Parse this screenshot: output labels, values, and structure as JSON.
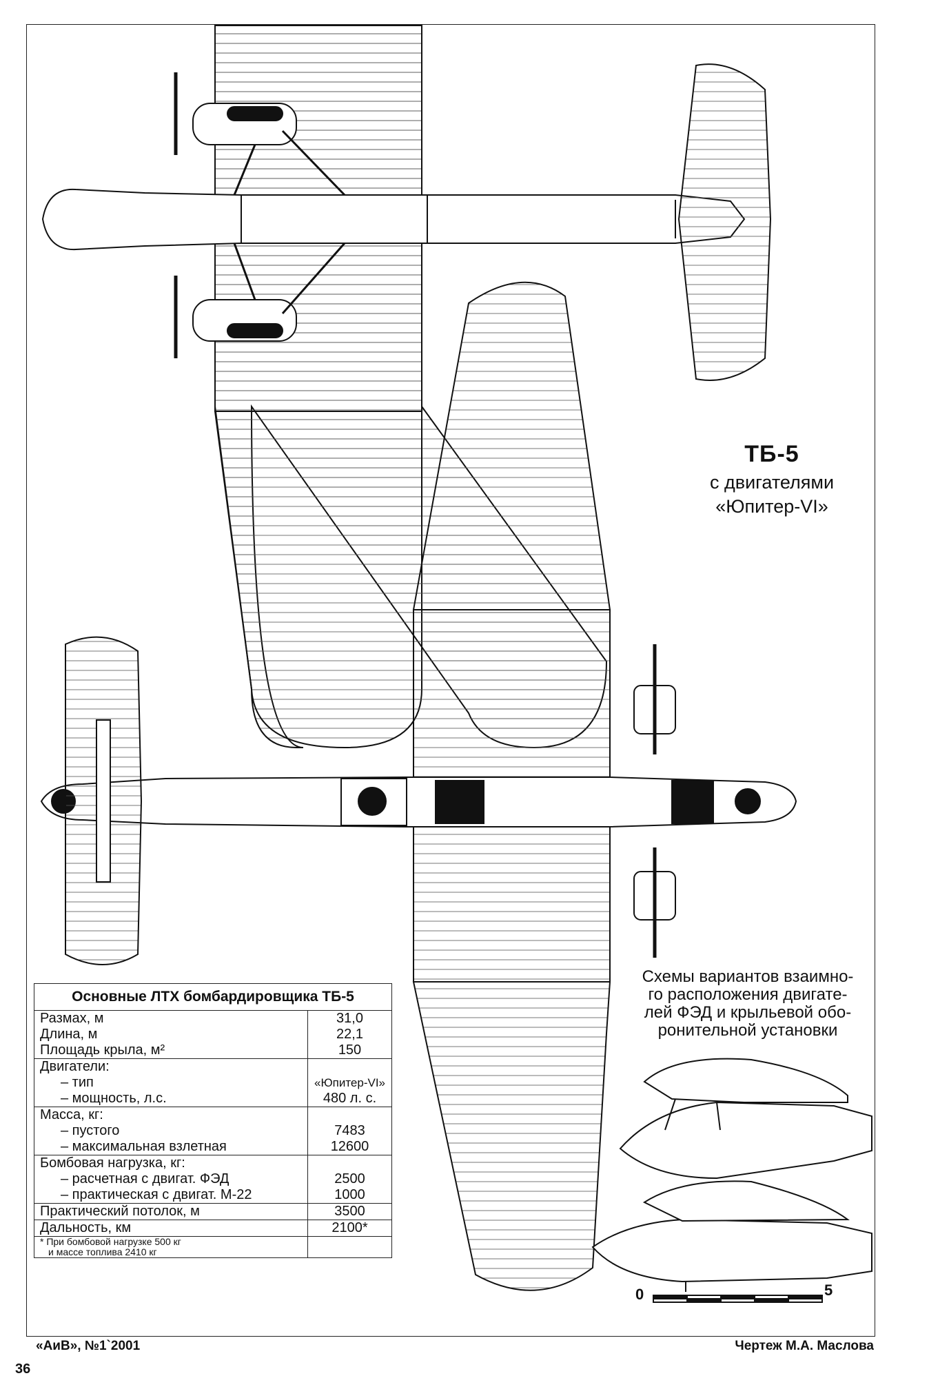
{
  "title": {
    "line1": "ТБ-5",
    "line2": "с двигателями",
    "line3": "«Юпитер-VI»"
  },
  "caption": {
    "line1": "Схемы вариантов взаимно-",
    "line2": "го расположения двигате-",
    "line3": "лей ФЭД и крыльевой обо-",
    "line4": "ронительной установки"
  },
  "spec_table": {
    "header": "Основные ЛТХ бомбардировщика ТБ-5",
    "g1": {
      "l1": "Размах, м",
      "v1": "31,0",
      "l2": "Длина, м",
      "v2": "22,1",
      "l3": "Площадь крыла, м²",
      "v3": "150"
    },
    "g2": {
      "l0": "Двигатели:",
      "l1": "– тип",
      "v1": "«Юпитер-VI»",
      "l2": "– мощность, л.с.",
      "v2": "480 л. с."
    },
    "g3": {
      "l0": "Масса, кг:",
      "l1": "– пустого",
      "v1": "7483",
      "l2": "– максимальная взлетная",
      "v2": "12600"
    },
    "g4": {
      "l0": "Бомбовая нагрузка, кг:",
      "l1": "– расчетная с двигат. ФЭД",
      "v1": "2500",
      "l2": "– практическая с двигат. М-22",
      "v2": "1000"
    },
    "g5": {
      "l1": "Практический потолок, м",
      "v1": "3500"
    },
    "g6": {
      "l1": "Дальность, км",
      "v1": "2100*"
    },
    "note1": "* При бомбовой нагрузке 500 кг",
    "note2": "и массе топлива 2410 кг"
  },
  "scale": {
    "start": "0",
    "end": "5"
  },
  "footer": {
    "left": "«АиВ», №1`2001",
    "right": "Чертеж М.А. Маслова",
    "page": "36"
  }
}
